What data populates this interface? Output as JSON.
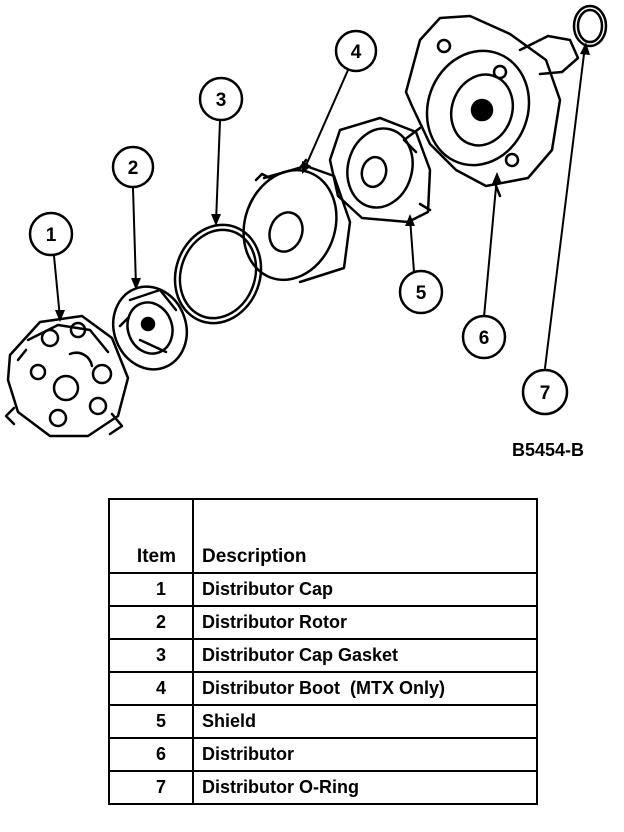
{
  "figure_id": "B5454-B",
  "callouts": [
    {
      "num": "1",
      "part": "distributor-cap"
    },
    {
      "num": "2",
      "part": "distributor-rotor"
    },
    {
      "num": "3",
      "part": "distributor-cap-gasket"
    },
    {
      "num": "4",
      "part": "distributor-boot"
    },
    {
      "num": "5",
      "part": "shield"
    },
    {
      "num": "6",
      "part": "distributor"
    },
    {
      "num": "7",
      "part": "distributor-o-ring"
    }
  ],
  "table": {
    "headers": {
      "item": "Item",
      "description": "Description"
    },
    "rows": [
      {
        "item": "1",
        "description": "Distributor Cap"
      },
      {
        "item": "2",
        "description": "Distributor Rotor"
      },
      {
        "item": "3",
        "description": "Distributor Cap Gasket"
      },
      {
        "item": "4",
        "description": "Distributor Boot  (MTX Only)"
      },
      {
        "item": "5",
        "description": "Shield"
      },
      {
        "item": "6",
        "description": "Distributor"
      },
      {
        "item": "7",
        "description": "Distributor O-Ring"
      }
    ]
  }
}
